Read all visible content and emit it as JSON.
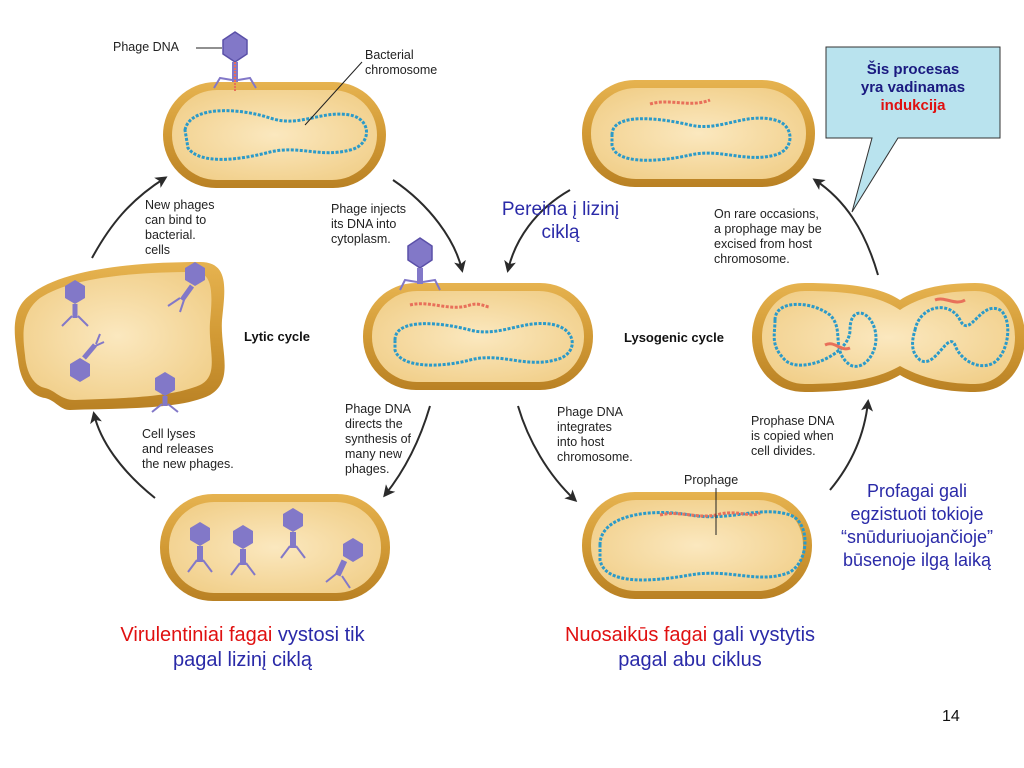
{
  "labels": {
    "phage_dna": "Phage DNA",
    "bacterial_chromosome": "Bacterial\nchromosome",
    "phage_injects": "Phage injects\nits DNA into\ncytoplasm.",
    "new_phages_bind": "New phages\ncan bind to\nbacterial.\ncells",
    "lytic_cycle": "Lytic cycle",
    "lysogenic_cycle": "Lysogenic cycle",
    "cell_lyses": "Cell lyses\nand releases\nthe new phages.",
    "phage_dna_directs": "Phage DNA\ndirects the\nsynthesis of\nmany new\nphages.",
    "phage_dna_integrates": "Phage DNA\nintegrates\ninto host\nchromosome.",
    "prophage": "Prophage",
    "prophase_copied": "Prophase DNA\nis copied when\ncell divides.",
    "rare_occasions": "On rare occasions,\na prophage may be\nexcised from host\nchromosome."
  },
  "annotations": {
    "pereina": "Pereina į lizinį\nciklą",
    "callout_line1": "Šis procesas",
    "callout_line2": "yra vadinamas",
    "callout_line3": "indukcija",
    "profagai": "Profagai gali\negzistuoti tokioje\n“snūduriuojančioje”\nbūsenoje ilgą laiką",
    "virulent_red": "Virulentiniai fagai",
    "virulent_blue1": " vystosi tik",
    "virulent_blue2": "pagal lizinį ciklą",
    "temperate_red": "Nuosaikūs fagai",
    "temperate_blue1": " gali vystytis",
    "temperate_blue2": "pagal abu ciklus"
  },
  "page_number": "14",
  "colors": {
    "cell_fill": "#f3d9a0",
    "cell_outer": "#d9a441",
    "dna_blue": "#2b9ac9",
    "dna_red": "#e8705a",
    "phage": "#8278c8",
    "text_blue": "#2a2aa8",
    "text_red": "#e01010",
    "callout_bg": "#b9e3ee"
  }
}
